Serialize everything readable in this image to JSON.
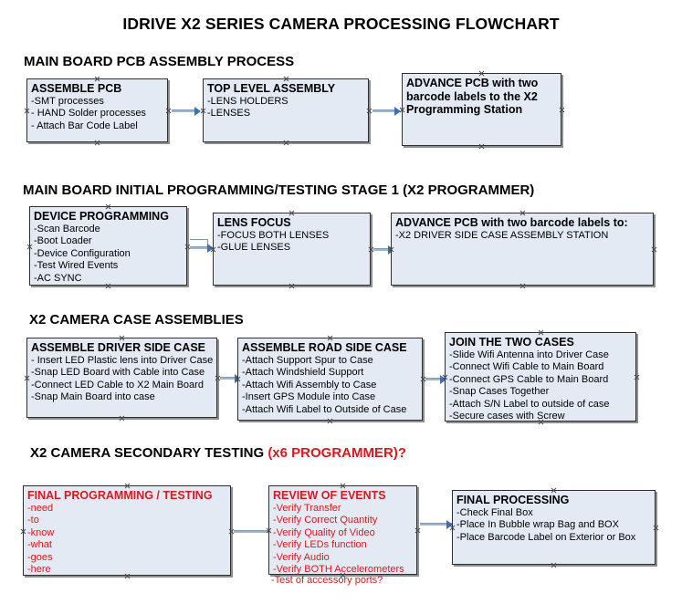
{
  "document": {
    "title": "IDRIVE X2  SERIES CAMERA PROCESSING FLOWCHART",
    "colors": {
      "box_fill": "#e4eaf4",
      "box_border": "#2f2f2f",
      "box_shadow": "#8e8e8e",
      "red_text": "#d71920",
      "connector": "#9fb6cd",
      "arrowhead": "#3f6fb5"
    }
  },
  "sections": [
    {
      "heading": "MAIN BOARD PCB ASSEMBLY PROCESS",
      "heading_red": "",
      "boxes": [
        {
          "header": "ASSEMBLE PCB",
          "lines": [
            "-SMT processes",
            "- HAND Solder processes",
            "- Attach Bar Code Label"
          ]
        },
        {
          "header": "TOP LEVEL ASSEMBLY",
          "lines": [
            "-LENS HOLDERS",
            "-LENSES"
          ]
        },
        {
          "header": "ADVANCE PCB with two barcode labels to the  X2 Programming Station",
          "lines": []
        }
      ]
    },
    {
      "heading": "MAIN BOARD INITIAL PROGRAMMING/TESTING STAGE 1 (X2 PROGRAMMER)",
      "heading_red": "",
      "boxes": [
        {
          "header": "DEVICE PROGRAMMING",
          "lines": [
            "-Scan Barcode",
            "-Boot Loader",
            "-Device Configuration",
            "-Test Wired Events",
            "-AC SYNC"
          ]
        },
        {
          "header": "LENS FOCUS",
          "lines": [
            "-FOCUS BOTH LENSES",
            "-GLUE LENSES"
          ]
        },
        {
          "header": "ADVANCE PCB with two barcode labels to:",
          "lines": [
            "-X2 DRIVER  SIDE  CASE  ASSEMBLY STATION"
          ]
        }
      ]
    },
    {
      "heading": "X2 CAMERA CASE ASSEMBLIES",
      "heading_red": "",
      "boxes": [
        {
          "header": "ASSEMBLE DRIVER SIDE CASE",
          "lines": [
            "- Insert LED Plastic lens into Driver Case",
            "-Snap LED Board with Cable into Case",
            "-Connect LED Cable to X2 Main Board",
            "-Snap Main Board into case"
          ]
        },
        {
          "header": "ASSEMBLE ROAD SIDE CASE",
          "lines": [
            "-Attach Support Spur to Case",
            "-Attach Windshield Support",
            "-Attach Wifi Assembly to Case",
            "-Insert GPS Module into Case",
            "-Attach Wifi Label to Outside of Case"
          ]
        },
        {
          "header": "JOIN THE TWO CASES",
          "lines": [
            "-Slide Wifi Antenna into Driver Case",
            "-Connect Wifi Cable to Main Board",
            "-Connect GPS Cable to Main Board",
            "-Snap Cases Together",
            "-Attach S/N Label to outside of case",
            "-Secure cases with Screw"
          ]
        }
      ]
    },
    {
      "heading": "X2 CAMERA SECONDARY TESTING ",
      "heading_red": "(x6 PROGRAMMER)?",
      "boxes": [
        {
          "header": "FINAL PROGRAMMING / TESTING",
          "lines": [
            "-need",
            "-to",
            "-know",
            "-what",
            "-goes",
            "-here"
          ]
        },
        {
          "header": "REVIEW OF EVENTS",
          "lines": [
            "-Verify Transfer",
            "-Verify Correct Quantity",
            "-Verify Quality of Video",
            "-Verify LEDs function",
            "-Verify Audio",
            "-Verify BOTH Accelerometers"
          ],
          "overflow_line": "-Test of accessory ports?"
        },
        {
          "header": "FINAL PROCESSING",
          "lines": [
            " -Check Final Box",
            "-Place In Bubble wrap Bag and BOX",
            "-Place Barcode Label on Exterior or Box"
          ]
        }
      ]
    }
  ]
}
